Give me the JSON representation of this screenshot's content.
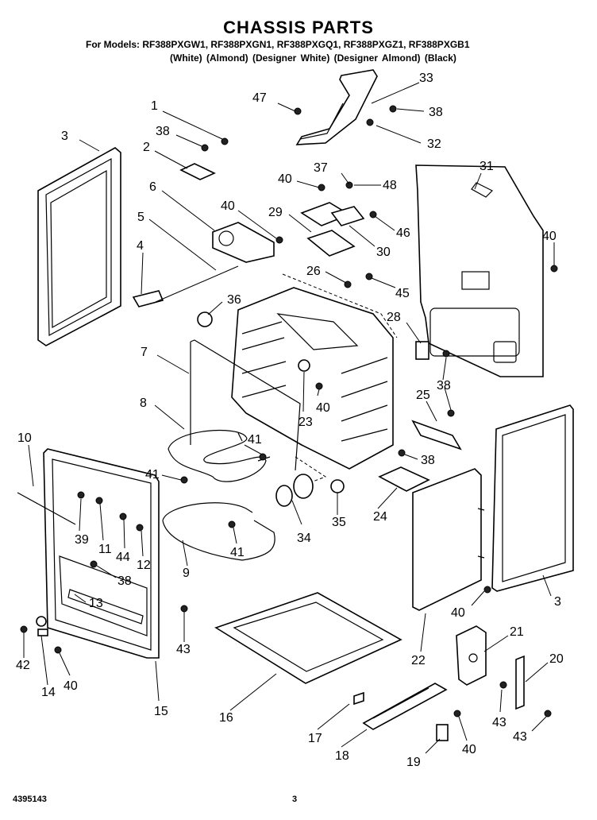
{
  "header": {
    "title": "CHASSIS PARTS",
    "models": "For Models: RF388PXGW1, RF388PXGN1, RF388PXGQ1, RF388PXGZ1, RF388PXGB1",
    "colors": "(White)     (Almond)  (Designer White) (Designer Almond)    (Black)"
  },
  "callouts": [
    {
      "id": "c1",
      "label": "1"
    },
    {
      "id": "c2",
      "label": "2"
    },
    {
      "id": "c3a",
      "label": "3"
    },
    {
      "id": "c3b",
      "label": "3"
    },
    {
      "id": "c4",
      "label": "4"
    },
    {
      "id": "c5",
      "label": "5"
    },
    {
      "id": "c6",
      "label": "6"
    },
    {
      "id": "c7",
      "label": "7"
    },
    {
      "id": "c8",
      "label": "8"
    },
    {
      "id": "c9",
      "label": "9"
    },
    {
      "id": "c10",
      "label": "10"
    },
    {
      "id": "c11",
      "label": "11"
    },
    {
      "id": "c12",
      "label": "12"
    },
    {
      "id": "c13",
      "label": "13"
    },
    {
      "id": "c14",
      "label": "14"
    },
    {
      "id": "c15",
      "label": "15"
    },
    {
      "id": "c16",
      "label": "16"
    },
    {
      "id": "c17",
      "label": "17"
    },
    {
      "id": "c18",
      "label": "18"
    },
    {
      "id": "c19",
      "label": "19"
    },
    {
      "id": "c20",
      "label": "20"
    },
    {
      "id": "c21",
      "label": "21"
    },
    {
      "id": "c22",
      "label": "22"
    },
    {
      "id": "c23",
      "label": "23"
    },
    {
      "id": "c24",
      "label": "24"
    },
    {
      "id": "c25",
      "label": "25"
    },
    {
      "id": "c26",
      "label": "26"
    },
    {
      "id": "c28",
      "label": "28"
    },
    {
      "id": "c29",
      "label": "29"
    },
    {
      "id": "c30",
      "label": "30"
    },
    {
      "id": "c31",
      "label": "31"
    },
    {
      "id": "c32",
      "label": "32"
    },
    {
      "id": "c33",
      "label": "33"
    },
    {
      "id": "c34",
      "label": "34"
    },
    {
      "id": "c35",
      "label": "35"
    },
    {
      "id": "c36",
      "label": "36"
    },
    {
      "id": "c37",
      "label": "37"
    },
    {
      "id": "c38a",
      "label": "38"
    },
    {
      "id": "c38b",
      "label": "38"
    },
    {
      "id": "c38c",
      "label": "38"
    },
    {
      "id": "c38d",
      "label": "38"
    },
    {
      "id": "c38e",
      "label": "38"
    },
    {
      "id": "c39",
      "label": "39"
    },
    {
      "id": "c40a",
      "label": "40"
    },
    {
      "id": "c40b",
      "label": "40"
    },
    {
      "id": "c40c",
      "label": "40"
    },
    {
      "id": "c40d",
      "label": "40"
    },
    {
      "id": "c40e",
      "label": "40"
    },
    {
      "id": "c40f",
      "label": "40"
    },
    {
      "id": "c40g",
      "label": "40"
    },
    {
      "id": "c41a",
      "label": "41"
    },
    {
      "id": "c41b",
      "label": "41"
    },
    {
      "id": "c41c",
      "label": "41"
    },
    {
      "id": "c42",
      "label": "42"
    },
    {
      "id": "c43a",
      "label": "43"
    },
    {
      "id": "c43b",
      "label": "43"
    },
    {
      "id": "c43c",
      "label": "43"
    },
    {
      "id": "c44",
      "label": "44"
    },
    {
      "id": "c45",
      "label": "45"
    },
    {
      "id": "c46",
      "label": "46"
    },
    {
      "id": "c47",
      "label": "47"
    },
    {
      "id": "c48",
      "label": "48"
    }
  ],
  "footer": {
    "doc_number": "4395143",
    "page": "3"
  }
}
